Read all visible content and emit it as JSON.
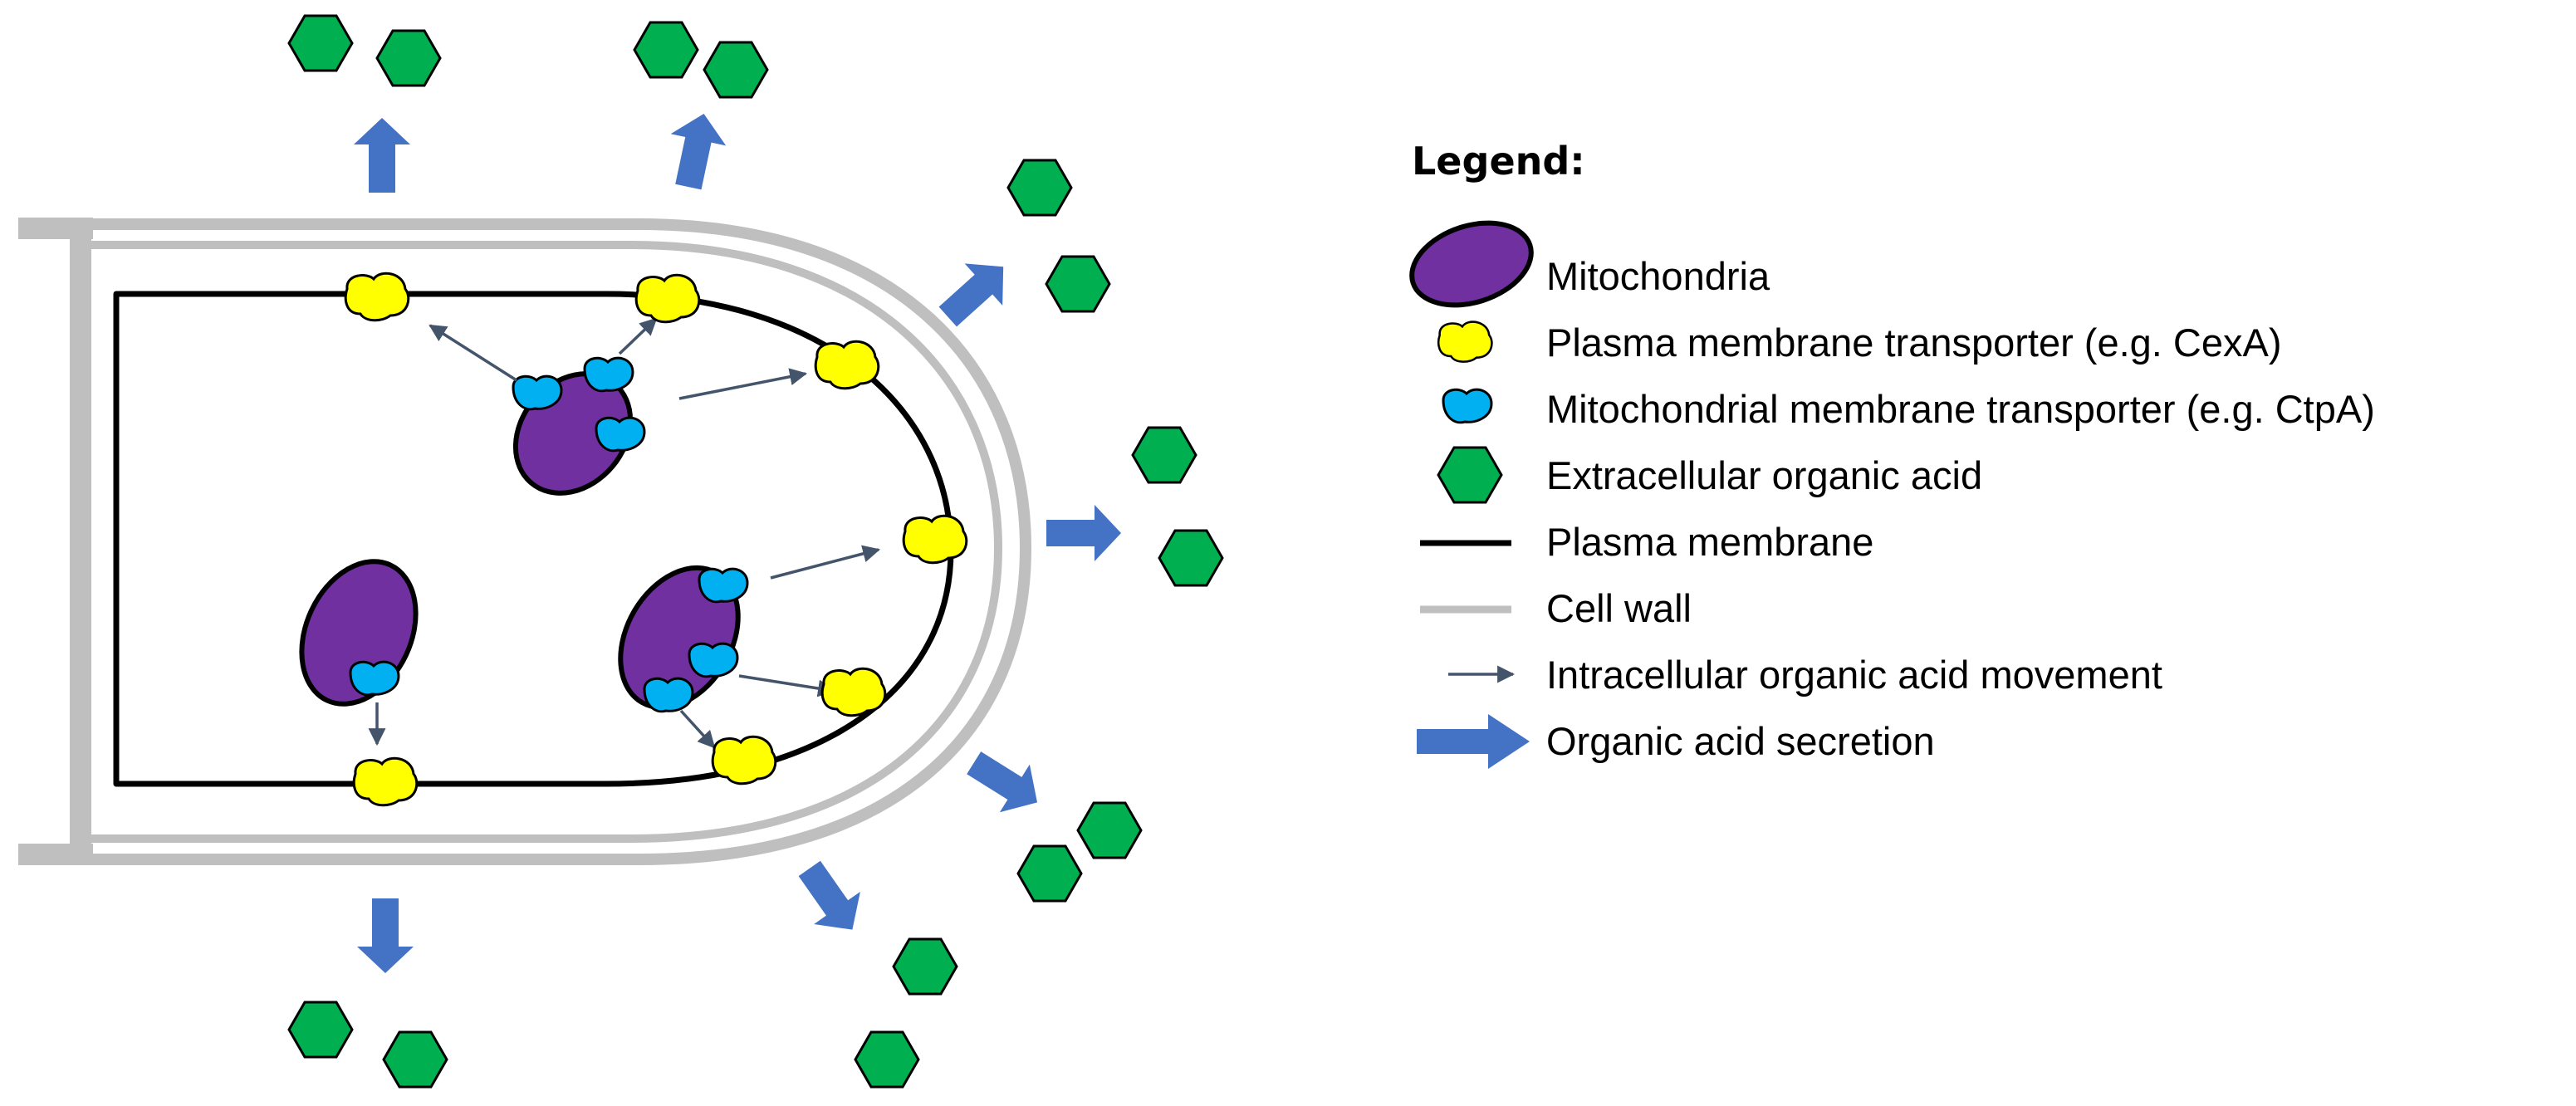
{
  "legend": {
    "title": "Legend:",
    "items": [
      {
        "label": "Mitochondria",
        "icon": "mitochondrion-icon"
      },
      {
        "label": "Plasma membrane transporter (e.g. CexA)",
        "icon": "plasma-transporter-icon"
      },
      {
        "label": "Mitochondrial membrane transporter (e.g. CtpA)",
        "icon": "mito-transporter-icon"
      },
      {
        "label": "Extracellular organic acid",
        "icon": "organic-acid-hexagon-icon"
      },
      {
        "label": "Plasma membrane",
        "icon": "plasma-membrane-line-icon"
      },
      {
        "label": "Cell wall",
        "icon": "cell-wall-line-icon"
      },
      {
        "label": "Intracellular organic acid movement",
        "icon": "thin-arrow-icon"
      },
      {
        "label": "Organic acid secretion",
        "icon": "block-arrow-icon"
      }
    ]
  },
  "colors": {
    "mitochondria": "#7030A0",
    "plasma_transporter": "#FFFF00",
    "mito_transporter": "#00B0F0",
    "organic_acid": "#00B050",
    "secretion_arrow": "#4472C4",
    "movement_arrow": "#44546A",
    "cell_wall": "#BFBFBF",
    "plasma_membrane": "#000000"
  }
}
